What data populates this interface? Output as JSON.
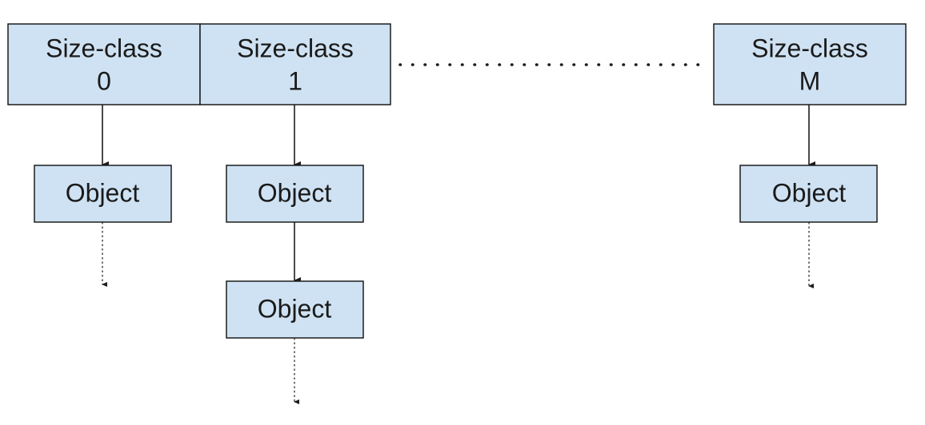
{
  "colors": {
    "box_fill": "#cfe2f3",
    "stroke": "#1c1c1c",
    "text": "#1a1a1a"
  },
  "size_classes": [
    {
      "line1": "Size-class",
      "line2": "0"
    },
    {
      "line1": "Size-class",
      "line2": "1"
    },
    {
      "line1": "Size-class",
      "line2": "M"
    }
  ],
  "objects": [
    {
      "label": "Object",
      "size_class": 0
    },
    {
      "label": "Object",
      "size_class": 1
    },
    {
      "label": "Object",
      "size_class": 1
    },
    {
      "label": "Object",
      "size_class": 2
    }
  ]
}
